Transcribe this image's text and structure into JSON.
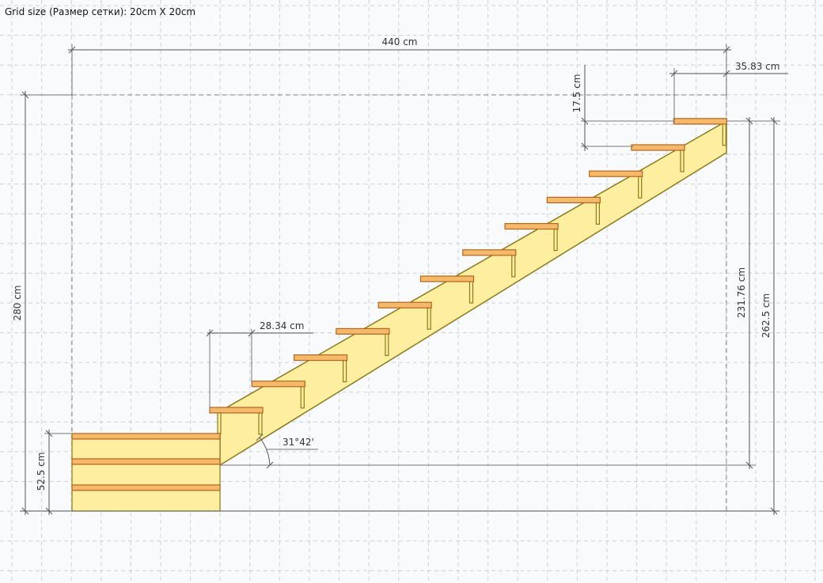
{
  "header": {
    "grid_size_label": "Grid size (Размер сетки): 20cm X 20cm"
  },
  "dimensions": {
    "total_length": "440 cm",
    "total_height": "280 cm",
    "top_offset": "35.83 cm",
    "step_rise": "17.5 cm",
    "step_run": "28.34 cm",
    "stair_height": "231.76 cm",
    "overall_height": "262.5 cm",
    "landing_height": "52.5 cm",
    "angle": "31°42'"
  },
  "colors": {
    "stringer_fill": "#fdeea0",
    "tread_fill": "#f5b96b",
    "outline": "#8a7a1c",
    "grid": "#c9d1da",
    "background": "#f8fafc"
  },
  "stair": {
    "step_count": 12,
    "landing_layers": 3
  }
}
